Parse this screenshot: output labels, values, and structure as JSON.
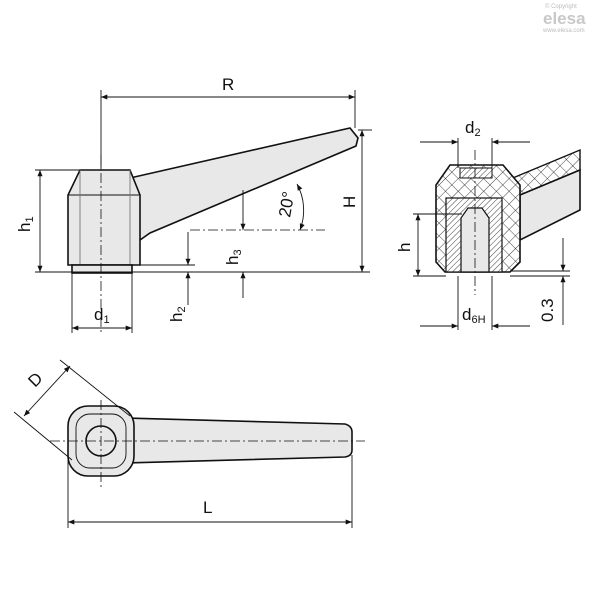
{
  "watermark": {
    "copyright": "© Copyright",
    "brand": "elesa",
    "url": "www.elesa.com"
  },
  "dimensions": {
    "R": "R",
    "H": "H",
    "h1": {
      "base": "h",
      "sub": "1"
    },
    "h2": {
      "base": "h",
      "sub": "2"
    },
    "h3": {
      "base": "h",
      "sub": "3"
    },
    "d1": {
      "base": "d",
      "sub": "1"
    },
    "angle": "20°",
    "d2": {
      "base": "d",
      "sub": "2"
    },
    "h": "h",
    "d6H": {
      "base": "d",
      "sub": "6H"
    },
    "gap": "0.3",
    "D": "D",
    "L": "L"
  },
  "colors": {
    "part_fill": "#e8e8e8",
    "line": "#111111"
  }
}
